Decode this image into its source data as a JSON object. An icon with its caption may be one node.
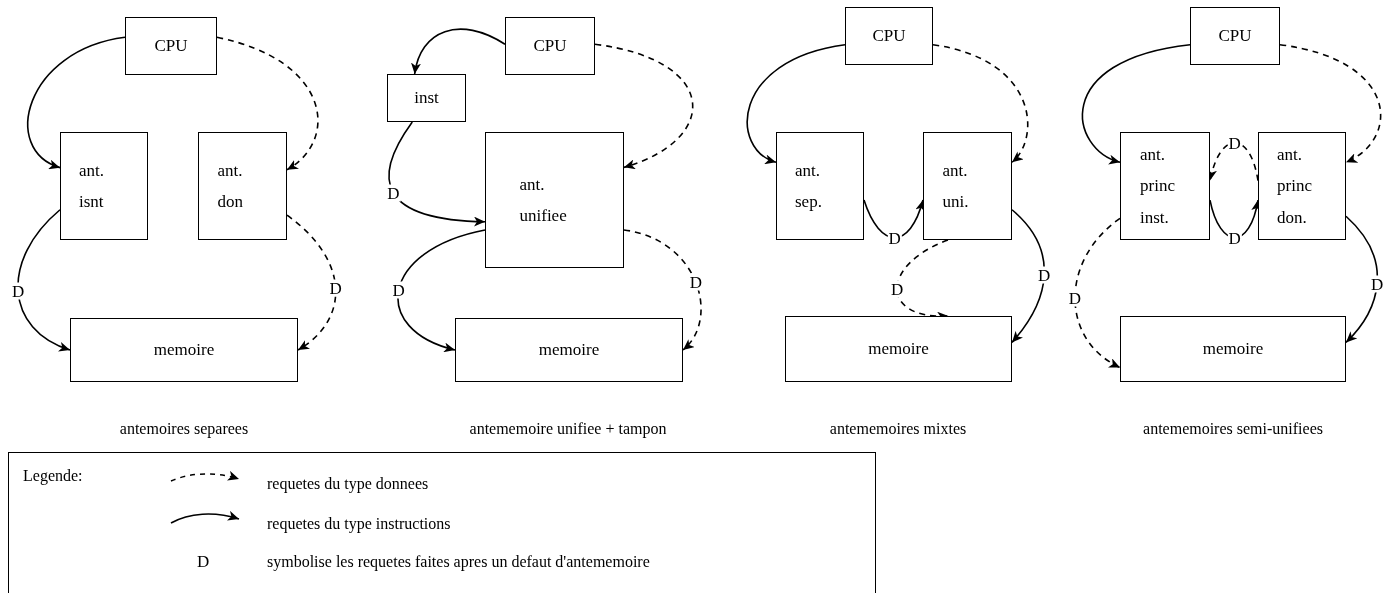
{
  "diagram": {
    "nodes": [
      {
        "text": [
          "CPU"
        ]
      },
      {
        "text": [
          "ant. isnt"
        ]
      },
      {
        "text": [
          "ant. don"
        ]
      },
      {
        "text": [
          "memoire"
        ]
      },
      {
        "text": [
          "CPU"
        ]
      },
      {
        "text": [
          "inst"
        ]
      },
      {
        "text": [
          "ant. unifiee"
        ]
      },
      {
        "text": [
          "memoire"
        ]
      },
      {
        "text": [
          "CPU"
        ]
      },
      {
        "text": [
          "ant. sep."
        ]
      },
      {
        "text": [
          "ant. uni."
        ]
      },
      {
        "text": [
          "memoire"
        ]
      },
      {
        "text": [
          "CPU"
        ]
      },
      {
        "text": [
          "ant. princ inst."
        ]
      },
      {
        "text": [
          "ant. princ don."
        ]
      },
      {
        "text": [
          "memoire"
        ]
      }
    ],
    "edges": [
      {
        "from": 0,
        "to": 1,
        "arrow": "to"
      },
      {
        "from": 0,
        "to": 2,
        "arrow": "to",
        "style": "dashed"
      },
      {
        "from": 1,
        "to": 3,
        "arrow": "to",
        "label": "D"
      },
      {
        "from": 2,
        "to": 3,
        "arrow": "to",
        "style": "dashed",
        "label": "D"
      },
      {
        "from": 4,
        "to": 5,
        "arrow": "to"
      },
      {
        "from": 5,
        "to": 6,
        "arrow": "to",
        "label": "D"
      },
      {
        "from": 4,
        "to": 6,
        "arrow": "to",
        "style": "dashed"
      },
      {
        "from": 6,
        "to": 7,
        "arrow": "to",
        "label": "D"
      },
      {
        "from": 6,
        "to": 7,
        "arrow": "to",
        "style": "dashed",
        "label": "D"
      },
      {
        "from": 8,
        "to": 9,
        "arrow": "to"
      },
      {
        "from": 8,
        "to": 10,
        "arrow": "to",
        "style": "dashed"
      },
      {
        "from": 9,
        "to": 10,
        "arrow": "to",
        "label": "D"
      },
      {
        "from": 10,
        "to": 11,
        "arrow": "to",
        "style": "dashed",
        "label": "D"
      },
      {
        "from": 10,
        "to": 11,
        "arrow": "to",
        "label": "D"
      },
      {
        "from": 12,
        "to": 13,
        "arrow": "to"
      },
      {
        "from": 12,
        "to": 14,
        "arrow": "to",
        "style": "dashed"
      },
      {
        "from": 14,
        "to": 13,
        "arrow": "to",
        "style": "dashed",
        "label": "D"
      },
      {
        "from": 13,
        "to": 14,
        "arrow": "to",
        "label": "D"
      },
      {
        "from": 13,
        "to": 15,
        "arrow": "to",
        "style": "dashed",
        "label": "D"
      },
      {
        "from": 14,
        "to": 15,
        "arrow": "to",
        "label": "D"
      }
    ],
    "labels": [
      "antemoires separees",
      "antememoire unifiee + tampon",
      "antememoires mixtes",
      "antememoires semi-unifiees",
      "Legende:",
      "D"
    ],
    "legend": [
      {
        "text": "requetes du type donnees"
      },
      {
        "text": "requetes du type instructions"
      },
      {
        "text": "symbolise les requetes faites apres un defaut d'antememoire"
      }
    ]
  }
}
